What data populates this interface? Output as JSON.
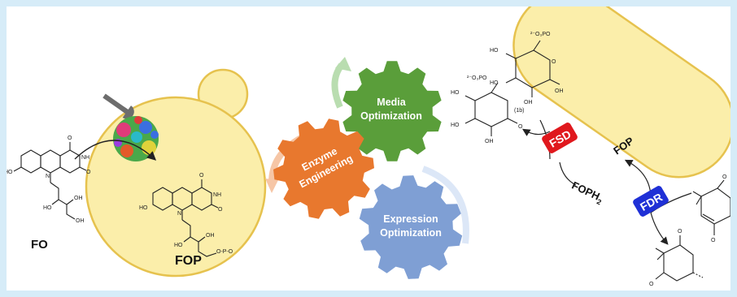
{
  "labels": {
    "fo": "FO",
    "fop_cell": "FOP",
    "fsd": "FSD",
    "fdr": "FDR",
    "fop_cycle": "FOP",
    "foph2": "FOPH",
    "foph2_sub": "2",
    "intermediate": "(1b)"
  },
  "gears": {
    "media_line1": "Media",
    "media_line2": "Optimization",
    "enzyme_line1": "Enzyme",
    "enzyme_line2": "Engineering",
    "expression_line1": "Expression",
    "expression_line2": "Optimization"
  },
  "colors": {
    "background_border": "#d6ecf8",
    "cell_fill": "#fbeeaa",
    "cell_stroke": "#e6c24e",
    "gear_media": "#5a9e3a",
    "gear_enzyme": "#e8782e",
    "gear_expression": "#7f9fd4",
    "fsd_box": "#e0181d",
    "fdr_box": "#1f30d6"
  },
  "icons": {
    "wrench": "wrench-icon",
    "protein": "protein-structure-icon"
  }
}
